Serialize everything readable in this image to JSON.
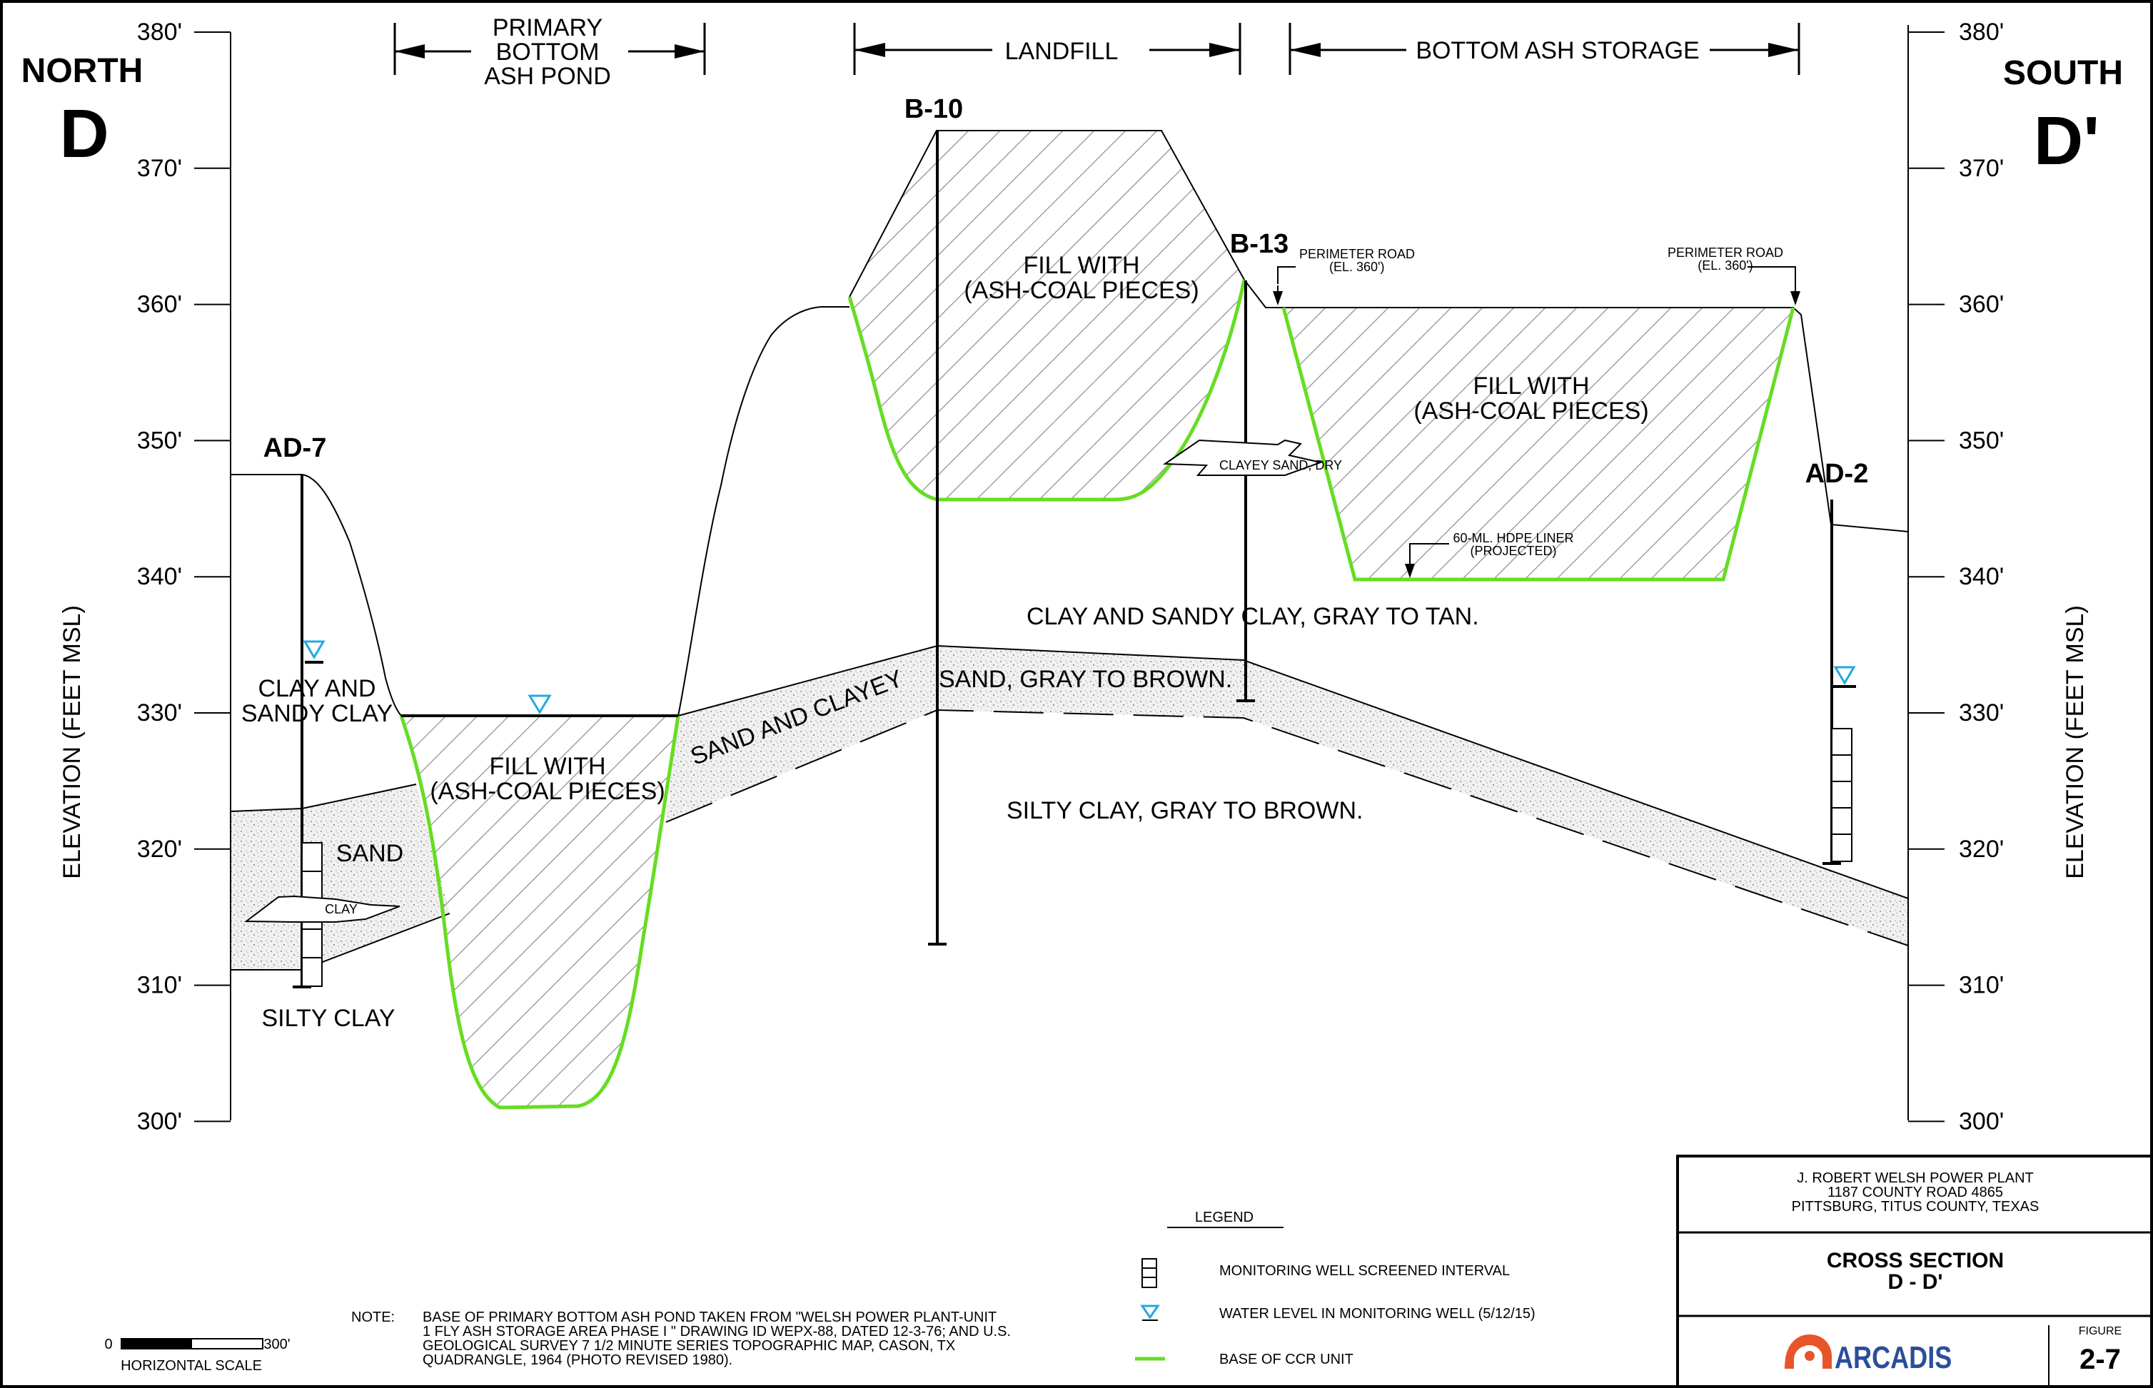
{
  "orientation": {
    "left_direction": "NORTH",
    "left_letter": "D",
    "right_direction": "SOUTH",
    "right_letter": "D'"
  },
  "axes": {
    "left_title": "ELEVATION (FEET MSL)",
    "right_title": "ELEVATION (FEET MSL)",
    "ticks": [
      "380'",
      "370'",
      "360'",
      "350'",
      "340'",
      "330'",
      "320'",
      "310'",
      "300'"
    ]
  },
  "features": {
    "ash_pond_label_1": "PRIMARY",
    "ash_pond_label_2": "BOTTOM",
    "ash_pond_label_3": "ASH POND",
    "landfill_label": "LANDFILL",
    "storage_label": "BOTTOM ASH STORAGE"
  },
  "borings": {
    "ad7": "AD-7",
    "b10": "B-10",
    "b13": "B-13",
    "ad2": "AD-2"
  },
  "strata": {
    "clay_sandy_1": "CLAY AND",
    "clay_sandy_2": "SANDY CLAY",
    "sand": "SAND",
    "clay": "CLAY",
    "silty_clay_left": "SILTY CLAY",
    "fill_pond_1": "FILL WITH",
    "fill_pond_2": "(ASH-COAL PIECES)",
    "fill_landfill_1": "FILL WITH",
    "fill_landfill_2": "(ASH-COAL PIECES)",
    "fill_storage_1": "FILL WITH",
    "fill_storage_2": "(ASH-COAL PIECES)",
    "sand_clayey_left": "SAND AND CLAYEY",
    "sand_clayey_right": "SAND, GRAY TO BROWN.",
    "clay_gray_tan": "CLAY AND SANDY CLAY, GRAY TO TAN.",
    "silty_clay_gray": "SILTY CLAY, GRAY TO BROWN.",
    "clayey_sand_dry": "CLAYEY SAND, DRY"
  },
  "callouts": {
    "perimeter_left_1": "PERIMETER ROAD",
    "perimeter_left_2": "(EL. 360')",
    "perimeter_right_1": "PERIMETER ROAD",
    "perimeter_right_2": "(EL. 360')",
    "liner_1": "60-ML. HDPE LINER",
    "liner_2": "(PROJECTED)"
  },
  "scale": {
    "zero": "0",
    "max": "300'",
    "title": "HORIZONTAL SCALE"
  },
  "note": {
    "label": "NOTE:",
    "line1": "BASE OF PRIMARY BOTTOM ASH POND TAKEN FROM \"WELSH POWER PLANT-UNIT",
    "line2": "1 FLY ASH STORAGE AREA PHASE I \" DRAWING ID WEPX-88, DATED 12-3-76; AND U.S.",
    "line3": "GEOLOGICAL SURVEY 7 1/2 MINUTE SERIES TOPOGRAPHIC MAP, CASON, TX",
    "line4": "QUADRANGLE, 1964 (PHOTO REVISED 1980)."
  },
  "legend": {
    "title": "LEGEND",
    "well_screen": "MONITORING WELL SCREENED INTERVAL",
    "water_level": "WATER LEVEL IN MONITORING WELL (5/12/15)",
    "ccr_base": "BASE OF CCR UNIT"
  },
  "title_block": {
    "plant": "J. ROBERT WELSH POWER PLANT",
    "address": "1187 COUNTY ROAD 4865",
    "city": "PITTSBURG, TITUS COUNTY, TEXAS",
    "title": "CROSS SECTION",
    "subtitle": "D - D'",
    "company": "ARCADIS",
    "figure_label": "FIGURE",
    "figure_number": "2-7"
  },
  "colors": {
    "ccr_base": "#66dd22",
    "water_level": "#22a8e0",
    "logo": "#2a4e9a",
    "logo_accent": "#e8552a"
  }
}
